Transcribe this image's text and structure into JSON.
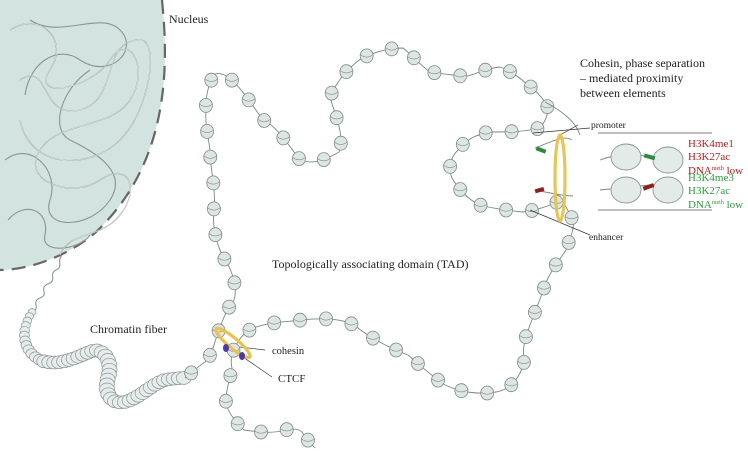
{
  "labels": {
    "nucleus": "Nucleus",
    "chromatin_fiber": "Chromatin fiber",
    "tad": "Topologically associating domain (TAD)",
    "cohesin": "cohesin",
    "ctcf": "CTCF",
    "phase_title_l1": "Cohesin, phase separation",
    "phase_title_l2": "– mediated proximity",
    "phase_title_l3": "between elements",
    "promoter": "promoter",
    "enhancer": "enhancer"
  },
  "promoter_marks": {
    "m1": "H3K4me1",
    "m2": "H3K27ac",
    "dna": "DNA",
    "dna_sup": "meth",
    "dna_level": "low"
  },
  "enhancer_marks": {
    "m1": "H3K4me3",
    "m2": "H3K27ac",
    "dna": "DNA",
    "dna_sup": "meth",
    "dna_level": "low"
  },
  "colors": {
    "nucleus_fill": "#d3e3df",
    "nucleosome_fill": "#dde6e3",
    "nucleosome_stroke": "#7d8a87",
    "fiber": "#6f7c79",
    "cohesin": "#e8c24a",
    "ctcf": "#4b3aa8",
    "promoter_mark": "#2e8a3c",
    "enhancer_mark": "#8e1d1d",
    "red_text": "#b0201f",
    "green_text": "#2e9a3c"
  }
}
